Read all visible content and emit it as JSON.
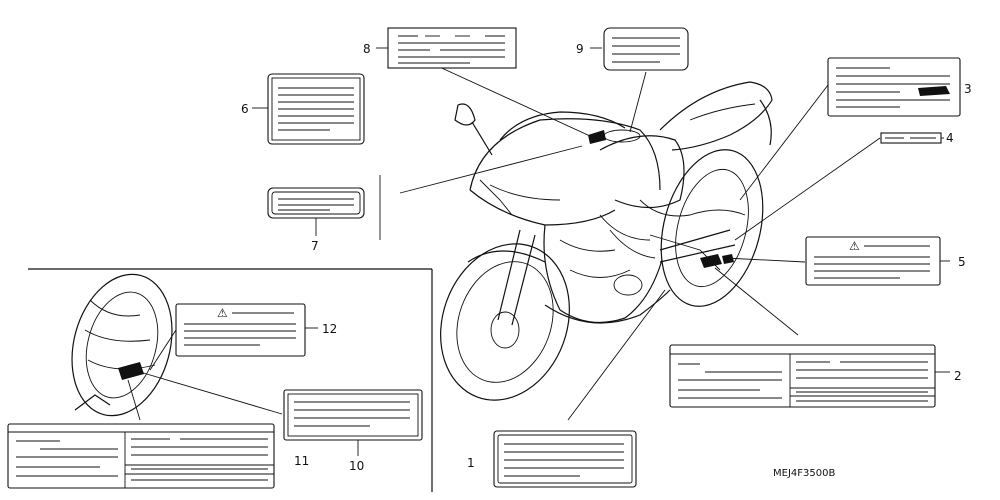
{
  "diagram": {
    "callouts": [
      "1",
      "2",
      "3",
      "4",
      "5",
      "6",
      "7",
      "8",
      "9",
      "10",
      "11",
      "12"
    ],
    "warning_symbol": "⚠",
    "part_code": "MEJ4F3500B",
    "colors": {
      "line": "#111111",
      "background": "#ffffff"
    }
  }
}
